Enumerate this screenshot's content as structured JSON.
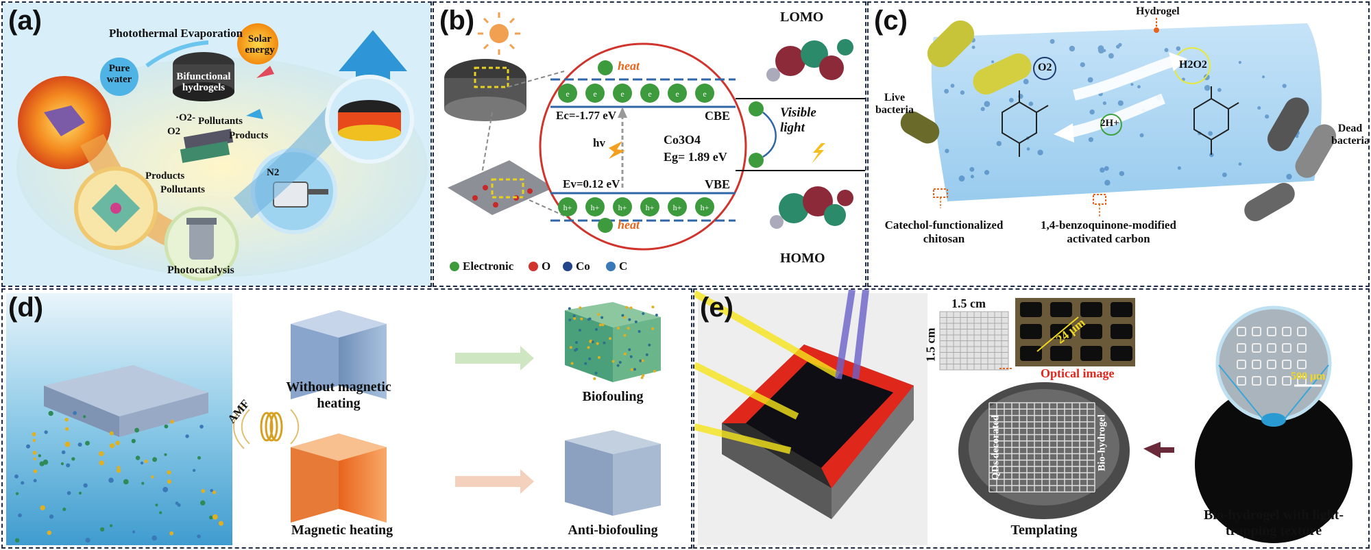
{
  "panels": {
    "a": {
      "label": "(a)",
      "photothermal": "Photothermal Evaporation",
      "solar": "Solar energy",
      "pure_water": "Pure water",
      "bifunctional": "Bifunctional hydrogels",
      "superoxide": "·O2-",
      "oxygen": "O2",
      "pollutants_top": "Pollutants",
      "products_top": "Products",
      "products_left": "Products",
      "pollutants_left": "Pollutants",
      "nitrogen": "N2",
      "photocatalysis": "Photocatalysis"
    },
    "b": {
      "label": "(b)",
      "lomo": "LOMO",
      "homo": "HOMO",
      "heat_top": "heat",
      "heat_bottom": "heat",
      "ec": "Ec=-1.77 eV",
      "cbe": "CBE",
      "hv": "hv",
      "material": "Co3O4",
      "eg": "Eg= 1.89 eV",
      "ev": "Ev=0.12 eV",
      "vbe": "VBE",
      "visible_light": "Visible light",
      "electron": "e",
      "hole": "h+",
      "legend": [
        "Electronic",
        "O",
        "Co",
        "C"
      ]
    },
    "c": {
      "label": "(c)",
      "hydrogel": "Hydrogel",
      "live_bacteria": "Live bacteria",
      "dead_bacteria": "Dead bacteria",
      "o2": "O2",
      "h2o2": "H2O2",
      "two_h": "2H+",
      "catechol": "Catechol-functionalized chitosan",
      "benzoquinone": "1,4-benzoquinone-modified activated carbon"
    },
    "d": {
      "label": "(d)",
      "amf": "AMF",
      "without": "Without magnetic heating",
      "magnetic": "Magnetic heating",
      "biofouling": "Biofouling",
      "anti": "Anti-biofouling"
    },
    "e": {
      "label": "(e)",
      "scale_h": "1.5 cm",
      "scale_v": "1.5 cm",
      "micron24": "24 μm",
      "optical": "Optical image",
      "micron500": "500 μm",
      "qds": "QDs decorated",
      "biohydrogel": "Bio-hydrogel",
      "templating": "Templating",
      "final": "Bio-hydrogel with light-trapping texture"
    }
  },
  "colors": {
    "frame": "#1f2a44",
    "accent_red": "#e0271c",
    "hydrogel_blue": "#a9d3f0",
    "bacteria_green": "#c8c43a",
    "electron_green": "#3d9a3d",
    "heat_orange": "#e8641c"
  }
}
